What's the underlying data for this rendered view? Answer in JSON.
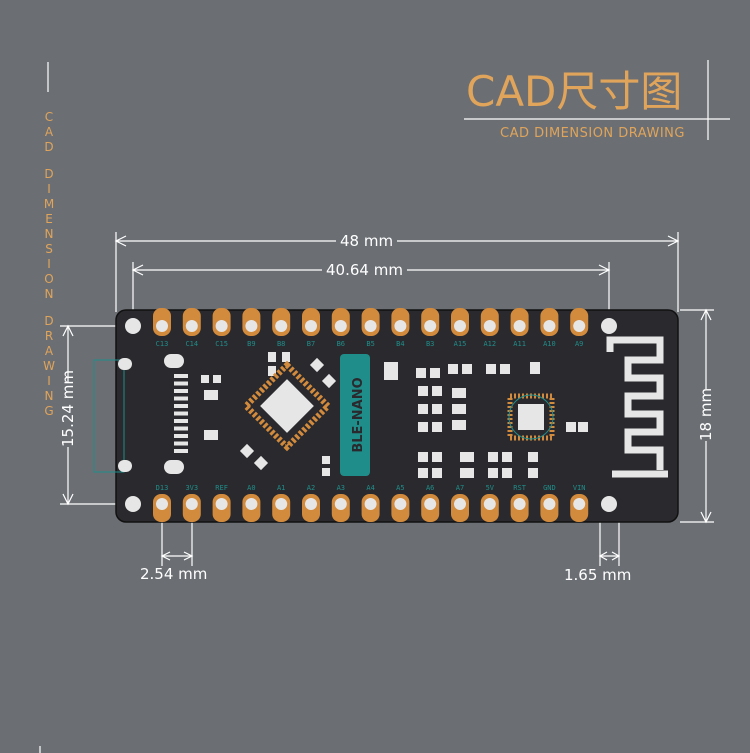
{
  "header": {
    "title": "CAD尺寸图",
    "subtitle": "CAD DIMENSION DRAWING",
    "vertical_text": "CAD DIMENSION DRAWING"
  },
  "dimensions": {
    "width_total": "48 mm",
    "pin_span": "40.64 mm",
    "height_total": "18 mm",
    "row_spacing": "15.24 mm",
    "pin_pitch": "2.54 mm",
    "edge_offset": "1.65 mm"
  },
  "board": {
    "chip_label": "BLE-NANO",
    "top_pins": [
      "C13",
      "C14",
      "C15",
      "B9",
      "B8",
      "B7",
      "B6",
      "B5",
      "B4",
      "B3",
      "A15",
      "A12",
      "A11",
      "A10",
      "A9"
    ],
    "bottom_pins": [
      "D13",
      "3V3",
      "REF",
      "A0",
      "A1",
      "A2",
      "A3",
      "A4",
      "A5",
      "A6",
      "A7",
      "5V",
      "RST",
      "GND",
      "VIN"
    ]
  },
  "colors": {
    "background": "#6b6f74",
    "accent": "#e0a45a",
    "board": "#2a2a2e",
    "pad": "#d28a3c",
    "silk": "#e6e6e6",
    "teal": "#1f8d8a"
  }
}
